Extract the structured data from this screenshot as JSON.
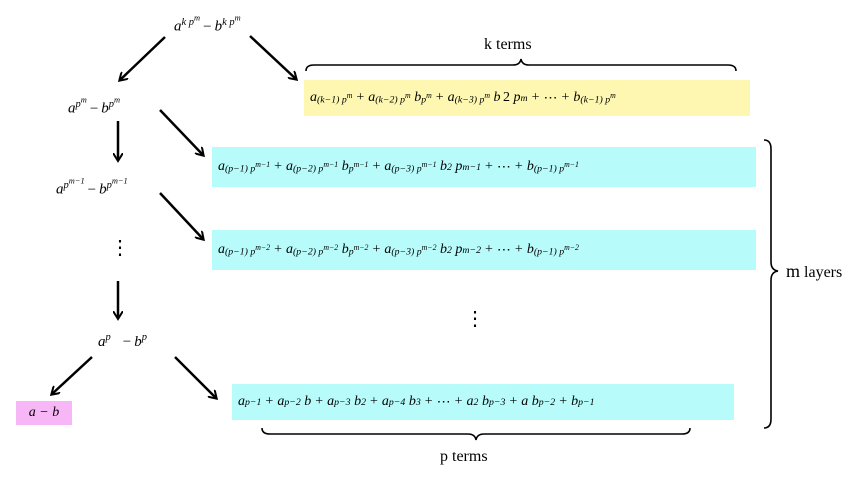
{
  "nodes": {
    "n0": {
      "a_exp": "k p",
      "a_exp_sup": "m",
      "b_exp": "k p",
      "b_exp_sup": "m",
      "minus": "−"
    },
    "n1": {
      "a_exp": "p",
      "a_exp_sup": "m",
      "b_exp": "p",
      "b_exp_sup": "m",
      "minus": "−"
    },
    "n2": {
      "a_exp": "p",
      "a_exp_sup": "m−1",
      "b_exp": "p",
      "b_exp_sup": "m−1",
      "minus": "−"
    },
    "n3": {
      "a_exp": "p",
      "b_exp": "p",
      "minus": "−"
    },
    "n4": {
      "text": "a − b"
    }
  },
  "sums": {
    "k_sum": [
      {
        "base": "a",
        "exp": "(k−1) p",
        "exp_sup": "m"
      },
      {
        "base": "a",
        "exp": "(k−2) p",
        "exp_sup": "m",
        "b": "b",
        "b_exp": "p",
        "b_exp_sup": "m"
      },
      {
        "base": "a",
        "exp": "(k−3) p",
        "exp_sup": "m",
        "b": "b",
        "b_exp": "2 p",
        "b_exp_sup": "m"
      },
      {
        "dots": "⋯"
      },
      {
        "base": "b",
        "exp": "(k−1) p",
        "exp_sup": "m"
      }
    ],
    "m1_sum": [
      {
        "base": "a",
        "exp": "(p−1) p",
        "exp_sup": "m−1"
      },
      {
        "base": "a",
        "exp": "(p−2) p",
        "exp_sup": "m−1",
        "b": "b",
        "b_exp": "p",
        "b_exp_sup": "m−1"
      },
      {
        "base": "a",
        "exp": "(p−3) p",
        "exp_sup": "m−1",
        "b": "b",
        "b_exp": "2 p",
        "b_exp_sup": "m−1"
      },
      {
        "dots": "⋯"
      },
      {
        "base": "b",
        "exp": "(p−1) p",
        "exp_sup": "m−1"
      }
    ],
    "m2_sum": [
      {
        "base": "a",
        "exp": "(p−1) p",
        "exp_sup": "m−2"
      },
      {
        "base": "a",
        "exp": "(p−2) p",
        "exp_sup": "m−2",
        "b": "b",
        "b_exp": "p",
        "b_exp_sup": "m−2"
      },
      {
        "base": "a",
        "exp": "(p−3) p",
        "exp_sup": "m−2",
        "b": "b",
        "b_exp": "2 p",
        "b_exp_sup": "m−2"
      },
      {
        "dots": "⋯"
      },
      {
        "base": "b",
        "exp": "(p−1) p",
        "exp_sup": "m−2"
      }
    ],
    "p_sum": [
      {
        "base": "a",
        "exp": "p−1"
      },
      {
        "base": "a",
        "exp": "p−2",
        "b": "b"
      },
      {
        "base": "a",
        "exp": "p−3",
        "b": "b",
        "b_exp": "2"
      },
      {
        "base": "a",
        "exp": "p−4",
        "b": "b",
        "b_exp": "3"
      },
      {
        "dots": "⋯"
      },
      {
        "base": "a",
        "exp": "2",
        "b": "b",
        "b_exp": "p−3"
      },
      {
        "base": "a",
        "b": "b",
        "b_exp": "p−2"
      },
      {
        "base": "b",
        "exp": "p−1"
      }
    ],
    "plus": "+"
  },
  "labels": {
    "k_terms": "k terms",
    "p_terms": "p terms",
    "m_layers_m": "m",
    "m_layers_word": "layers"
  },
  "colors": {
    "k_box": "#fdf7b1",
    "layer_box": "#b7fbfb",
    "result_box": "#f7b6f5"
  },
  "dots": {
    "vertical": "⋮"
  }
}
